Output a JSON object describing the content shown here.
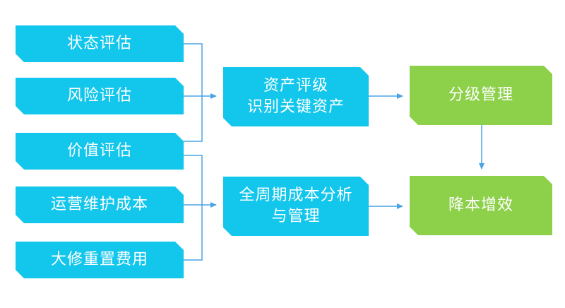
{
  "diagram": {
    "left_boxes": {
      "state": "状态评估",
      "risk": "风险评估",
      "value": "价值评估",
      "opcost": "运营维护成本",
      "overhaul": "大修重置费用"
    },
    "middle_boxes": {
      "grading": "资产评级\n识别关键资产",
      "lifecycle": "全周期成本分析\n与管理"
    },
    "right_boxes": {
      "tiered": "分级管理",
      "costred": "降本增效"
    },
    "colors": {
      "blue_box": "#12c6ec",
      "green_box": "#8dd04a",
      "connector": "#4aa3e6",
      "text": "#ffffff"
    }
  }
}
